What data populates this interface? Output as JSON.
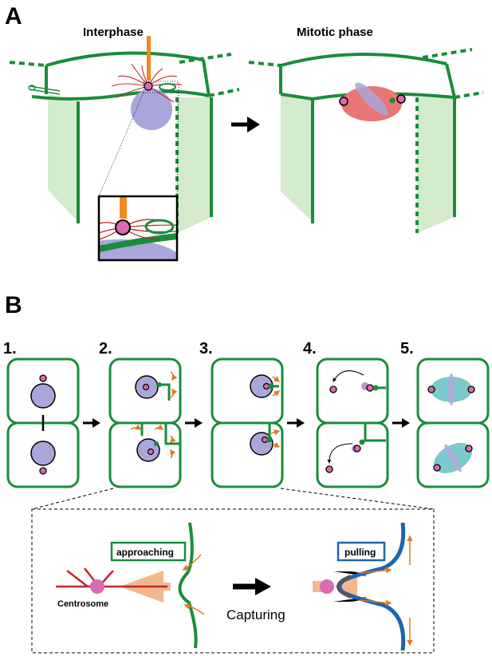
{
  "panel_a": {
    "letter": "A",
    "left_title": "Interphase",
    "right_title": "Mitotic phase"
  },
  "panel_b": {
    "letter": "B",
    "steps": [
      "1.",
      "2.",
      "3.",
      "4.",
      "5."
    ],
    "inset": {
      "approaching": "approaching",
      "pulling": "pulling",
      "centrosome": "Centrosome",
      "capturing": "Capturing"
    }
  },
  "colors": {
    "junction_green": "#1a8c3c",
    "cell_face_green": "#cfe8c6",
    "nucleus_lavender": "#a9a6da",
    "centrosome_pink": "#d96ab0",
    "spindle_red": "#e87672",
    "spindle_cyan": "#7cc9cc",
    "microtubule_red": "#c0272d",
    "arrow_orange": "#e07b27",
    "cortex_blue": "#1e64ad"
  }
}
